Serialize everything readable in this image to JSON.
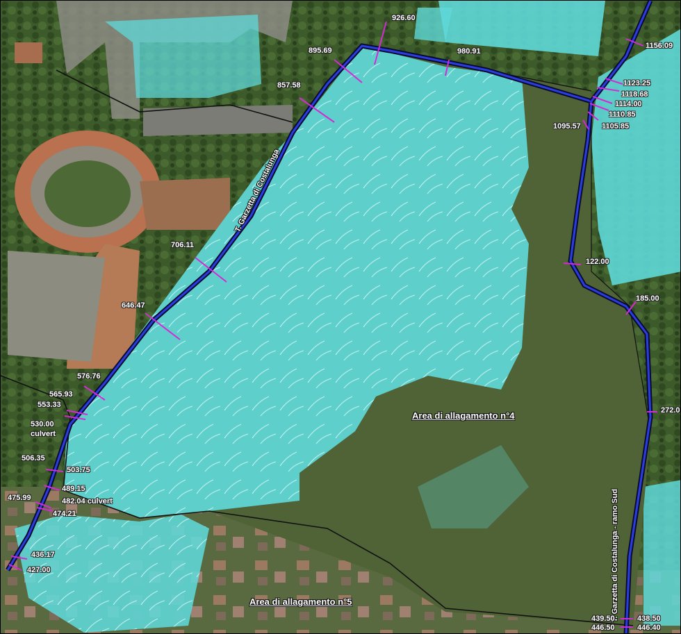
{
  "map": {
    "colors": {
      "flood": "#5fd8d8",
      "channel": "#1a2bd6",
      "section": "#d42ad4",
      "boundary": "#111111",
      "vegetation": "#3f5a2c",
      "field": "#6a7448"
    },
    "areas": [
      {
        "id": "area4",
        "label": "Area di allagamento n°4"
      },
      {
        "id": "area5",
        "label": "Area di allagamento n°5"
      }
    ],
    "rivers": [
      {
        "id": "costalunga",
        "label": "T. Garzetta di Costalunga"
      },
      {
        "id": "ramo-sud",
        "label": "T. Garzetta di Costalunga - ramo Sud"
      }
    ],
    "sections": [
      "926.60",
      "895.69",
      "980.91",
      "1156.09",
      "857.58",
      "1123.25",
      "1118.68",
      "1114.00",
      "1110.85",
      "1095.57",
      "1105.85",
      "706.11",
      "122.00",
      "646.47",
      "185.00",
      "576.76",
      "565.93",
      "553.33",
      "530.00",
      "culvert",
      "272.0",
      "506.35",
      "503.75",
      "489.15",
      "475.99",
      "482.04 culvert",
      "474.21",
      "436.17",
      "427.00",
      "439.50",
      "438.50",
      "446.50",
      "446.40"
    ]
  }
}
